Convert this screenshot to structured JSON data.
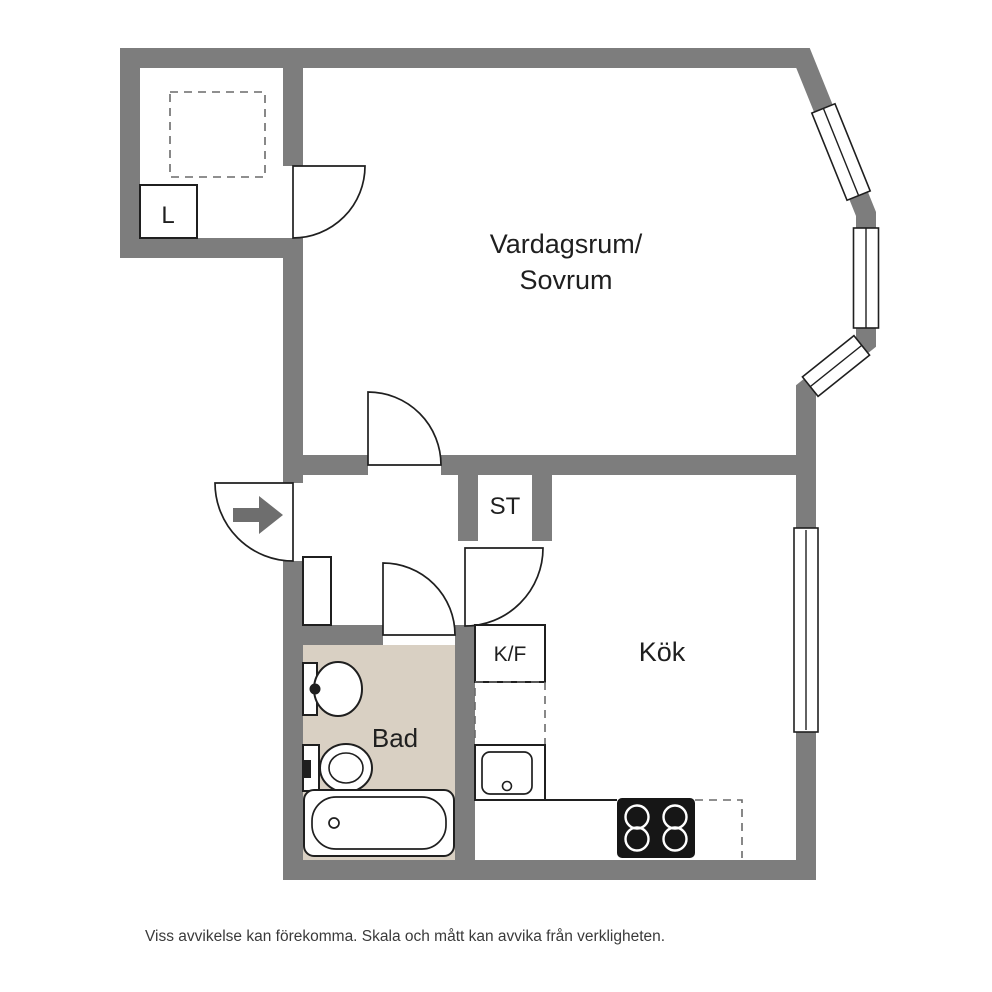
{
  "colors": {
    "wall": "#7d7d7d",
    "bath_floor": "#d9d0c3",
    "ink": "#1f1f1f",
    "arrow": "#6e6e6e",
    "stove": "#161616"
  },
  "rooms": {
    "living": {
      "line1": "Vardagsrum/",
      "line2": "Sovrum"
    },
    "kitchen": {
      "label": "Kök"
    },
    "bath": {
      "label": "Bad"
    },
    "closet_l": {
      "label": "L"
    },
    "closet_st": {
      "label": "ST"
    },
    "fridge_freezer": {
      "label": "K/F"
    }
  },
  "footer": {
    "disclaimer": "Viss avvikelse kan förekomma. Skala och mått kan avvika från verkligheten."
  }
}
